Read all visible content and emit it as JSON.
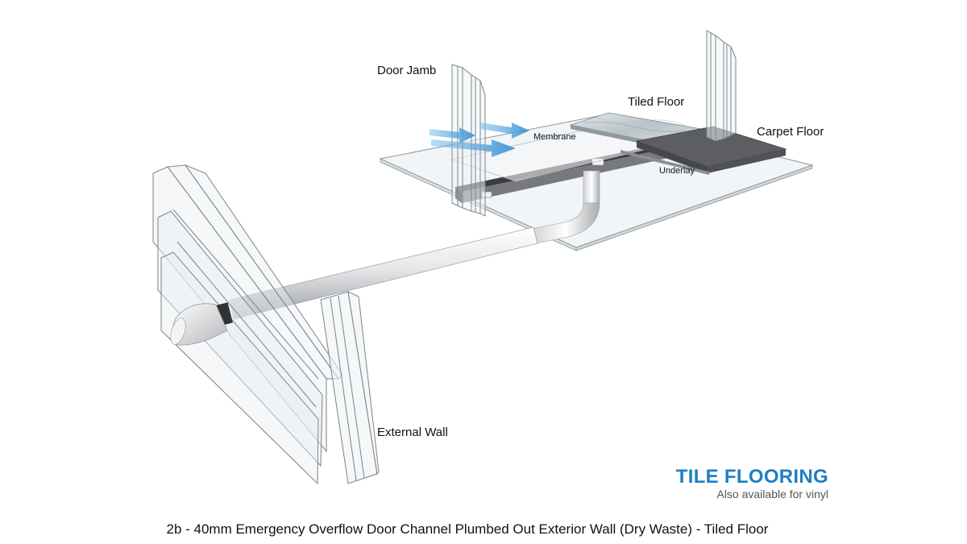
{
  "labels": {
    "door_jamb": "Door Jamb",
    "tiled_floor": "Tiled Floor",
    "carpet_floor": "Carpet Floor",
    "membrane": "Membrane",
    "underlay": "Underlay",
    "external_wall": "External Wall"
  },
  "brand": {
    "title": "TILE FLOORING",
    "subtitle": "Also available for vinyl"
  },
  "caption": "2b - 40mm Emergency Overflow Door Channel Plumbed Out Exterior Wall (Dry Waste) - Tiled Floor",
  "colors": {
    "brand_blue": "#1f7fc4",
    "flow_arrow": "#5aa8e0",
    "glass_fill": "#e9eef1",
    "glass_stroke": "#9aa3a8",
    "carpet": "#5b5d60",
    "tile": "#c9d2d6",
    "pipe": "#e8e8ea"
  }
}
